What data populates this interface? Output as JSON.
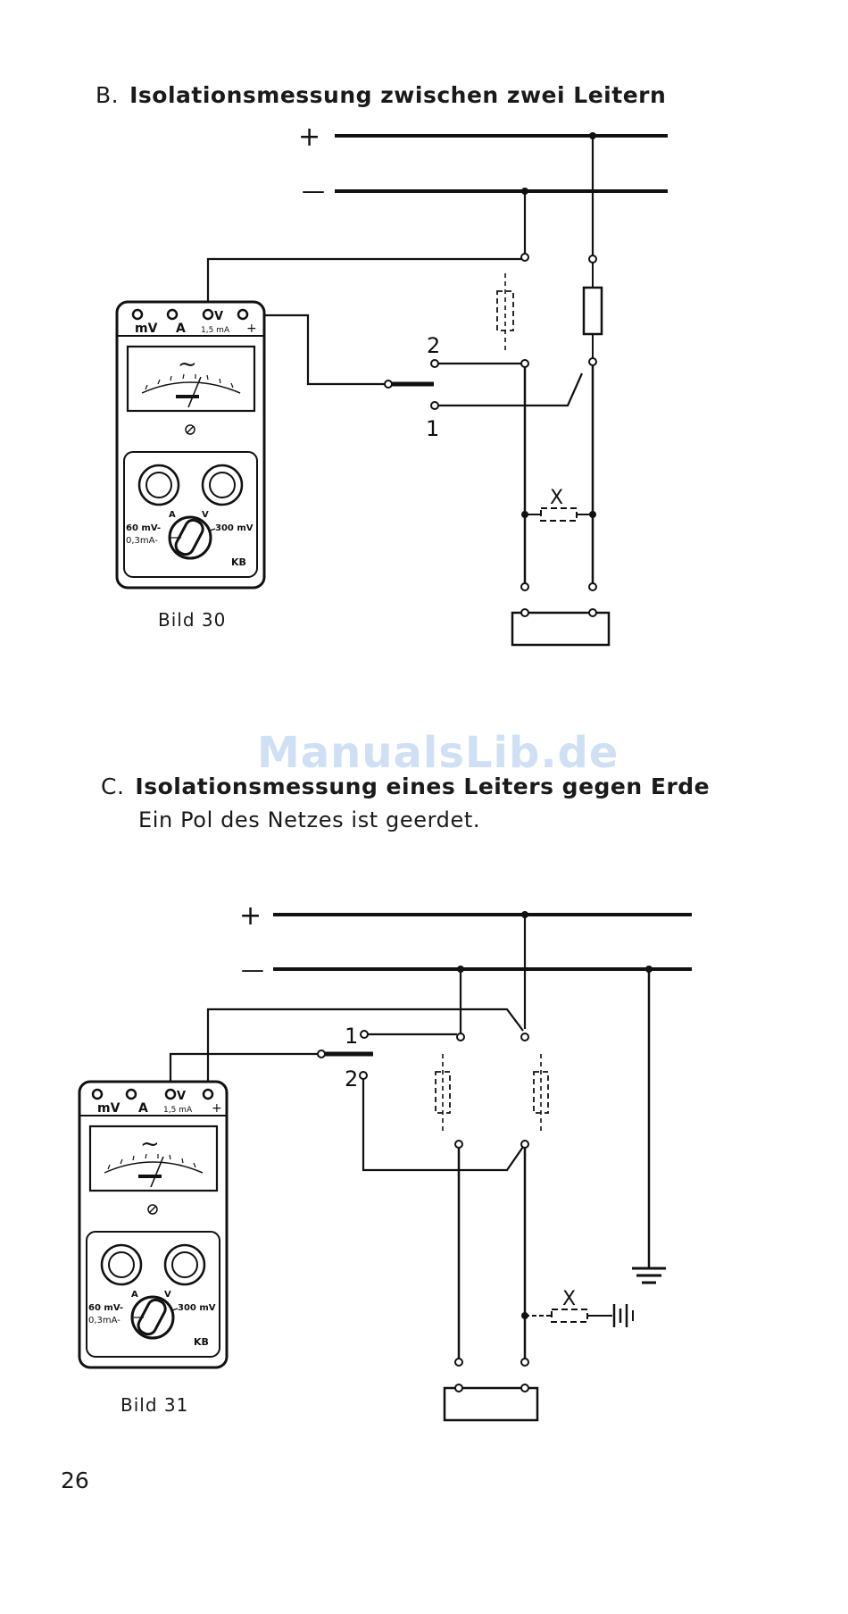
{
  "section_b": {
    "letter": "B.",
    "title": "Isolationsmessung zwischen zwei Leitern"
  },
  "section_c": {
    "letter": "C.",
    "title": "Isolationsmessung eines Leiters gegen Erde",
    "subtitle": "Ein Pol des Netzes ist geerdet."
  },
  "watermark": "ManualsLib.de",
  "figure_30": {
    "caption": "Bild 30"
  },
  "figure_31": {
    "caption": "Bild 31"
  },
  "page_number": "26",
  "diagram_labels": {
    "plus": "+",
    "minus": "—",
    "switch_pos_1": "1",
    "switch_pos_2": "2",
    "resistance": "X"
  },
  "meter": {
    "terminal_mv": "mV",
    "terminal_a": "A",
    "terminal_v": "V",
    "terminal_range": "1,5 mA",
    "terminal_plus": "+",
    "ac_symbol": "~",
    "dc_symbol": "—",
    "socket_a": "A",
    "socket_v": "V",
    "range_left_1": "60 mV-",
    "range_left_2": "0,3mA-",
    "range_right": "300 mV",
    "brand": "KB"
  }
}
